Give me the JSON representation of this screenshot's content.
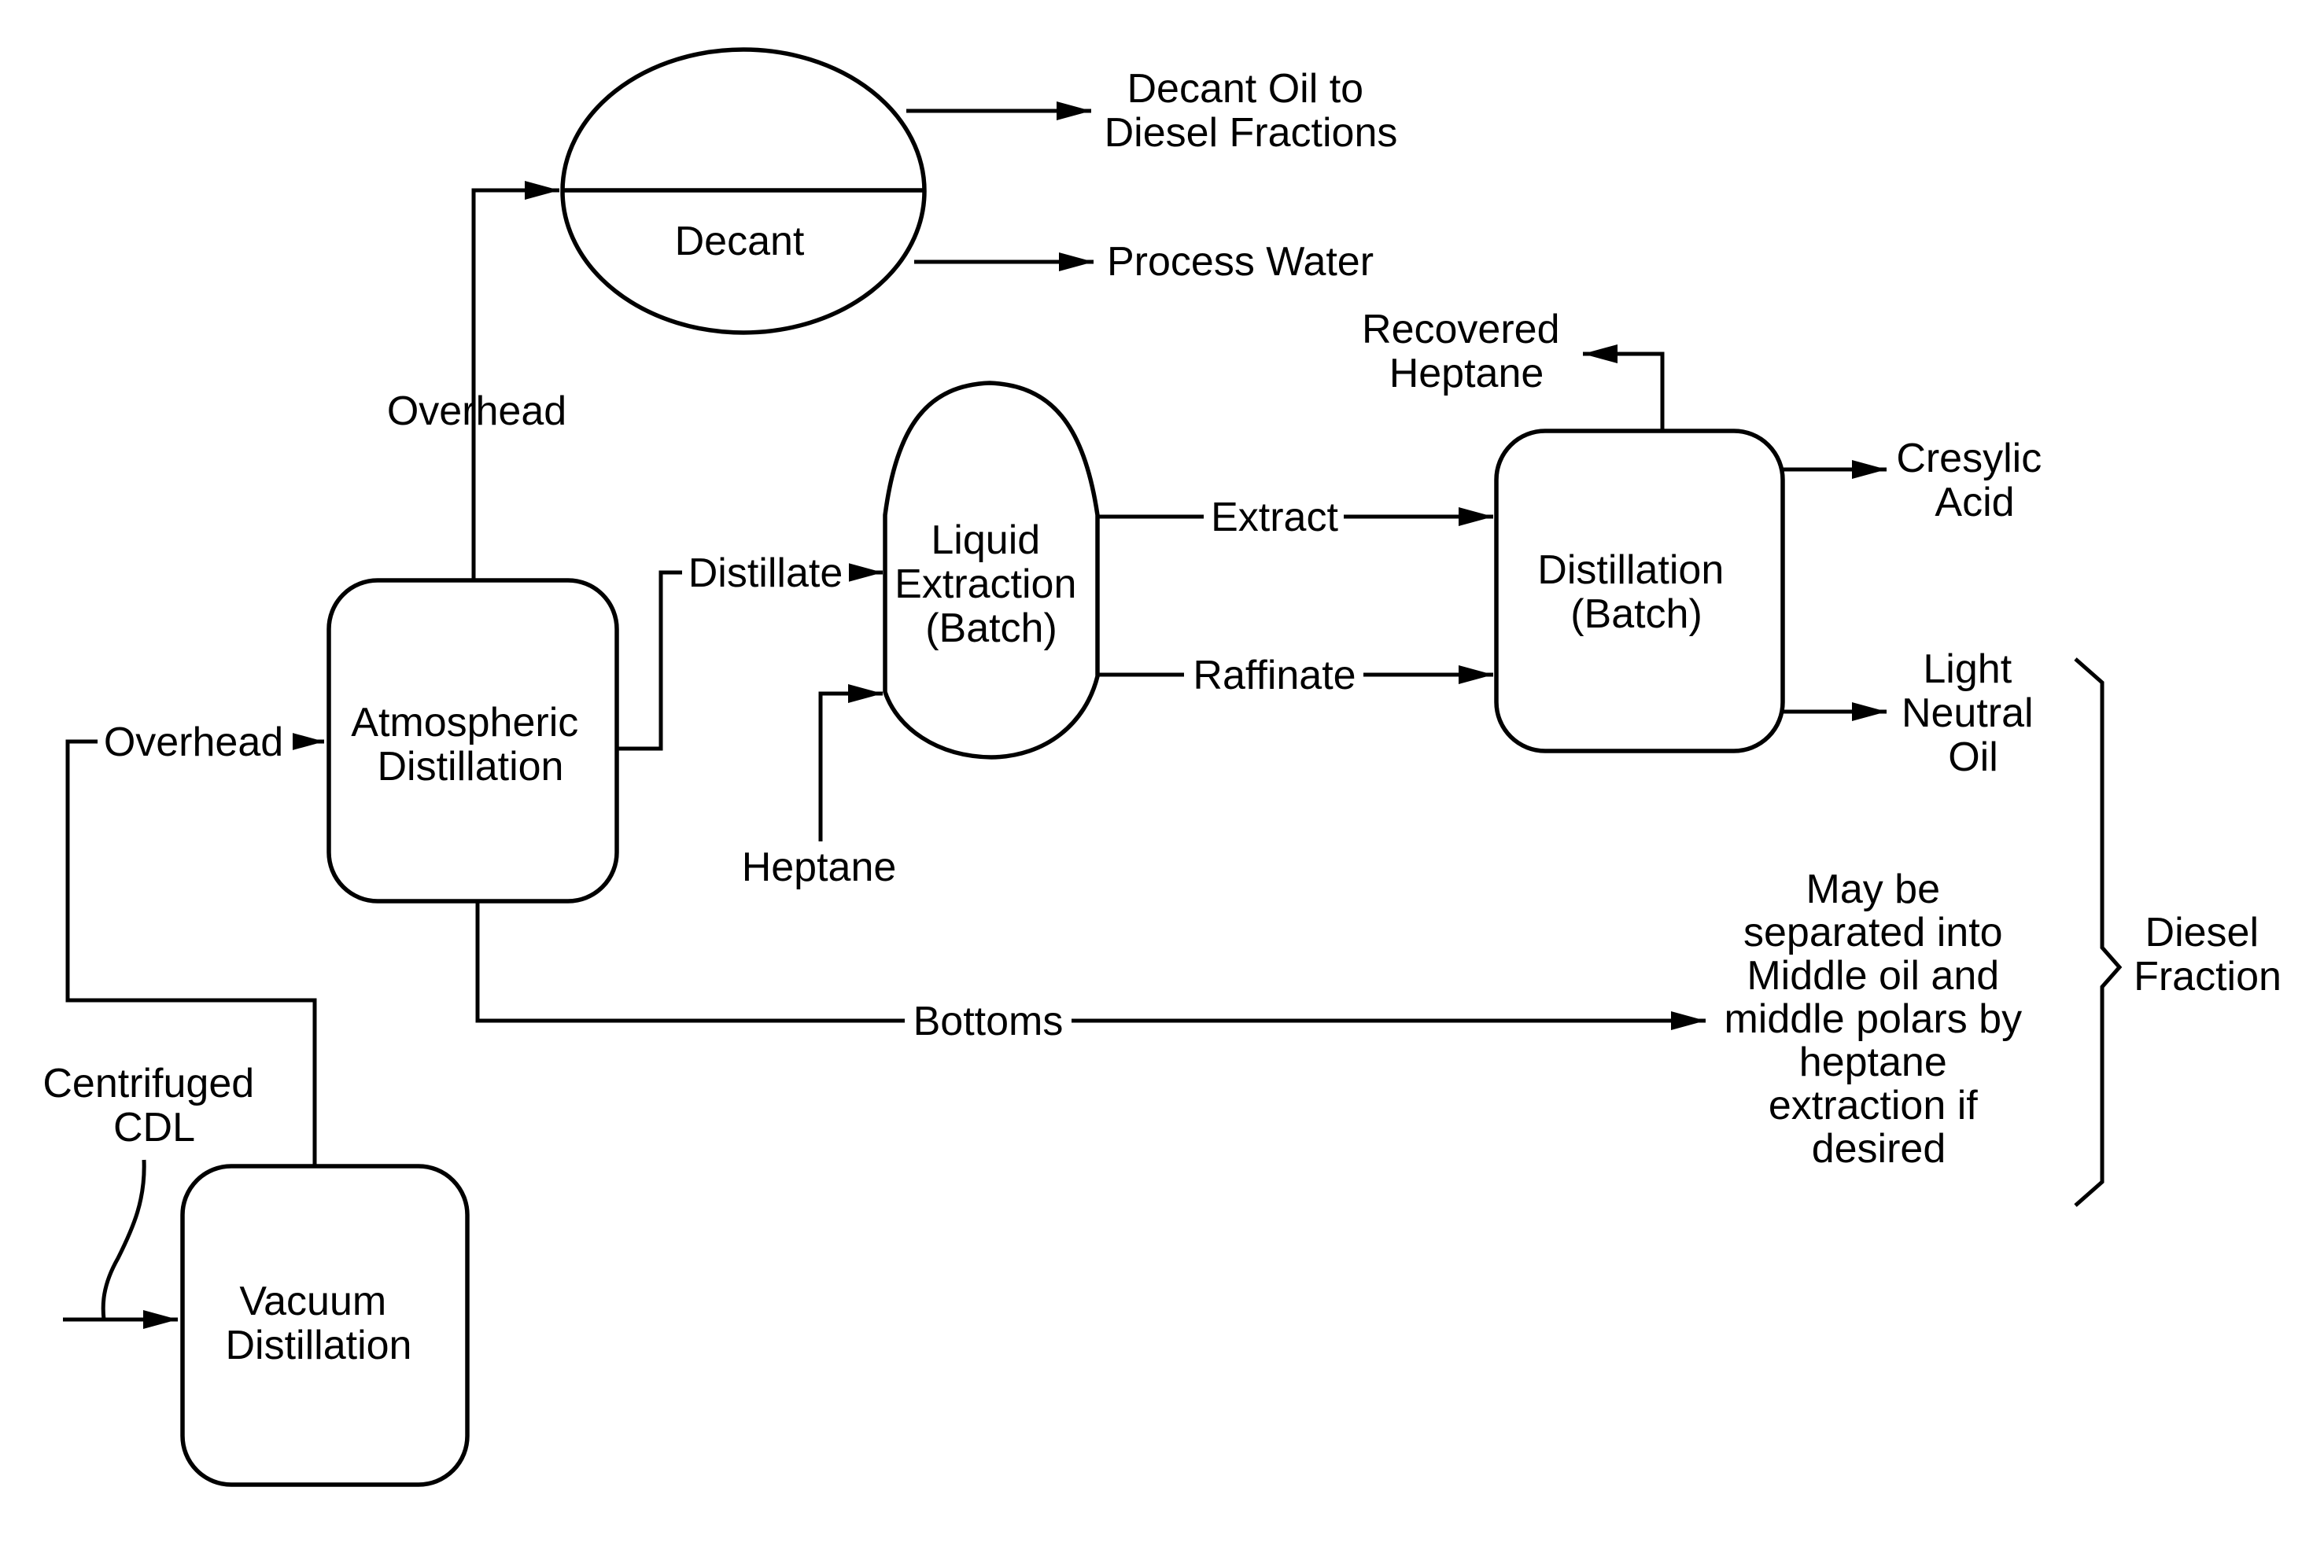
{
  "units": {
    "vacuum_distillation": [
      "Vacuum",
      "Distillation"
    ],
    "atmospheric_distillation": [
      "Atmospheric",
      "Distillation"
    ],
    "decant": "Decant",
    "liquid_extraction": [
      "Liquid",
      "Extraction",
      "(Batch)"
    ],
    "distillation_batch": [
      "Distillation",
      "(Batch)"
    ]
  },
  "streams": {
    "feed": [
      "Centrifuged",
      "CDL"
    ],
    "vacuum_overhead": "Overhead",
    "atm_overhead": "Overhead",
    "distillate": "Distillate",
    "heptane": "Heptane",
    "extract": "Extract",
    "raffinate": "Raffinate",
    "bottoms": "Bottoms"
  },
  "products": {
    "decant_oil": [
      "Decant Oil to",
      "Diesel Fractions"
    ],
    "process_water": "Process Water",
    "recovered_heptane": [
      "Recovered",
      "Heptane"
    ],
    "cresylic_acid": [
      "Cresylic",
      "Acid"
    ],
    "light_neutral_oil": [
      "Light",
      "Neutral",
      "Oil"
    ],
    "bottoms_note": [
      "May be",
      "separated into",
      "Middle oil and",
      "middle polars by",
      "heptane",
      "extraction if",
      "desired"
    ],
    "diesel_fraction": [
      "Diesel",
      "Fraction"
    ]
  }
}
